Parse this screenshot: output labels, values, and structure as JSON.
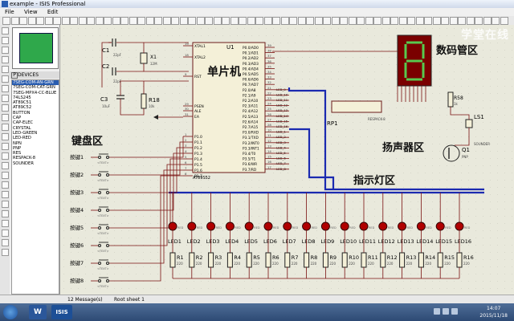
{
  "window": {
    "title": "example - ISIS Professional"
  },
  "menu": [
    "File",
    "View",
    "Edit"
  ],
  "panel": {
    "header": "DEVICES",
    "toggle_label": "P",
    "devices": [
      "7SEG-COM-AN-GRN",
      "7SEG-COM-CAT-GRN",
      "7SEG-MPX4-CC-BLUE",
      "74LS245",
      "AT89C51",
      "AT89C52",
      "BUTTON",
      "CAP",
      "CAP-ELEC",
      "CRYSTAL",
      "LED-GREEN",
      "LED-RED",
      "NPN",
      "PNP",
      "RES",
      "RESPACK-8",
      "SOUNDER"
    ],
    "selected_index": 0
  },
  "annotations": {
    "mcu": "单片机",
    "keyboard": "键盘区",
    "display": "数码管区",
    "speaker": "扬声器区",
    "indicator": "指示灯区"
  },
  "watermark": "学堂在线",
  "schematic": {
    "mcu_ref": "U1",
    "mcu_part": "AT89S52",
    "left_pins": [
      "XTAL1",
      "XTAL2",
      "RST",
      "PSEN",
      "ALE",
      "EA",
      "P1.0",
      "P1.1",
      "P1.2",
      "P1.3",
      "P1.4",
      "P1.5",
      "P1.6",
      "P1.7"
    ],
    "left_pin_nums": [
      "19",
      "18",
      "9",
      "29",
      "30",
      "31",
      "1",
      "2",
      "3",
      "4",
      "5",
      "6",
      "7",
      "8"
    ],
    "right_pins": [
      "P0.0/AD0",
      "P0.1/AD1",
      "P0.2/AD2",
      "P0.3/AD3",
      "P0.4/AD4",
      "P0.5/AD5",
      "P0.6/AD6",
      "P0.7/AD7",
      "P2.0/A8",
      "P2.1/A9",
      "P2.2/A10",
      "P2.3/A11",
      "P2.4/A12",
      "P2.5/A13",
      "P2.6/A14",
      "P2.7/A15",
      "P3.0/RXD",
      "P3.1/TXD",
      "P3.2/INT0",
      "P3.3/INT1",
      "P3.4/T0",
      "P3.5/T1",
      "P3.6/WR",
      "P3.7/RD"
    ],
    "right_pin_nums": [
      "39",
      "38",
      "37",
      "36",
      "35",
      "34",
      "33",
      "32",
      "21",
      "22",
      "23",
      "24",
      "25",
      "26",
      "27",
      "28",
      "10",
      "11",
      "12",
      "13",
      "14",
      "15",
      "16",
      "17"
    ],
    "led_nets": [
      "LED_9",
      "LED_10",
      "LED_11",
      "LED_12",
      "LED_13",
      "LED_14",
      "LED_15",
      "LED_16",
      "LED_1",
      "LED_2",
      "LED_3",
      "LED_4",
      "LED_5",
      "LED_6",
      "LED_7",
      "LED_8"
    ],
    "caps": [
      {
        "ref": "C1",
        "val": "22pF"
      },
      {
        "ref": "C2",
        "val": "22pF"
      },
      {
        "ref": "C3",
        "val": "10uF"
      }
    ],
    "crystal": {
      "ref": "X1",
      "val": "12M"
    },
    "r18": {
      "ref": "R18",
      "val": "10k"
    },
    "r58": {
      "ref": "R58",
      "val": "1k"
    },
    "rp1": {
      "ref": "RP1",
      "part": "RESPACK-8"
    },
    "speaker": {
      "ref": "LS1",
      "part": "SOUNDER"
    },
    "transistor": {
      "ref": "Q1",
      "part": "PNP"
    },
    "keys": [
      "按键1",
      "按键2",
      "按键3",
      "按键4",
      "按键5",
      "按键6",
      "按键7",
      "按键8"
    ],
    "leds": [
      "LED1",
      "LED2",
      "LED3",
      "LED4",
      "LED5",
      "LED6",
      "LED7",
      "LED8",
      "LED9",
      "LED10",
      "LED11",
      "LED12",
      "LED13",
      "LED14",
      "LED15",
      "LED16"
    ],
    "resistors": [
      "R1",
      "R2",
      "R3",
      "R4",
      "R5",
      "R6",
      "R7",
      "R8",
      "R9",
      "R10",
      "R11",
      "R12",
      "R13",
      "R14",
      "R15",
      "R16"
    ],
    "res_val": "220",
    "text_tag": "<TEXT>",
    "led_tag": "RED"
  },
  "status": {
    "messages": "12 Message(s)",
    "sheet": "Root sheet 1"
  },
  "taskbar": {
    "word": "W",
    "isis": "ISIS",
    "time": "14:07",
    "date": "2015/11/18"
  },
  "colors": {
    "wire_bus": "#1b2ab0",
    "wire": "#7a1010",
    "led": "#b00000",
    "display_bg": "#7a0000",
    "display_seg": "#58c94e",
    "selected": "#2a5db0"
  }
}
